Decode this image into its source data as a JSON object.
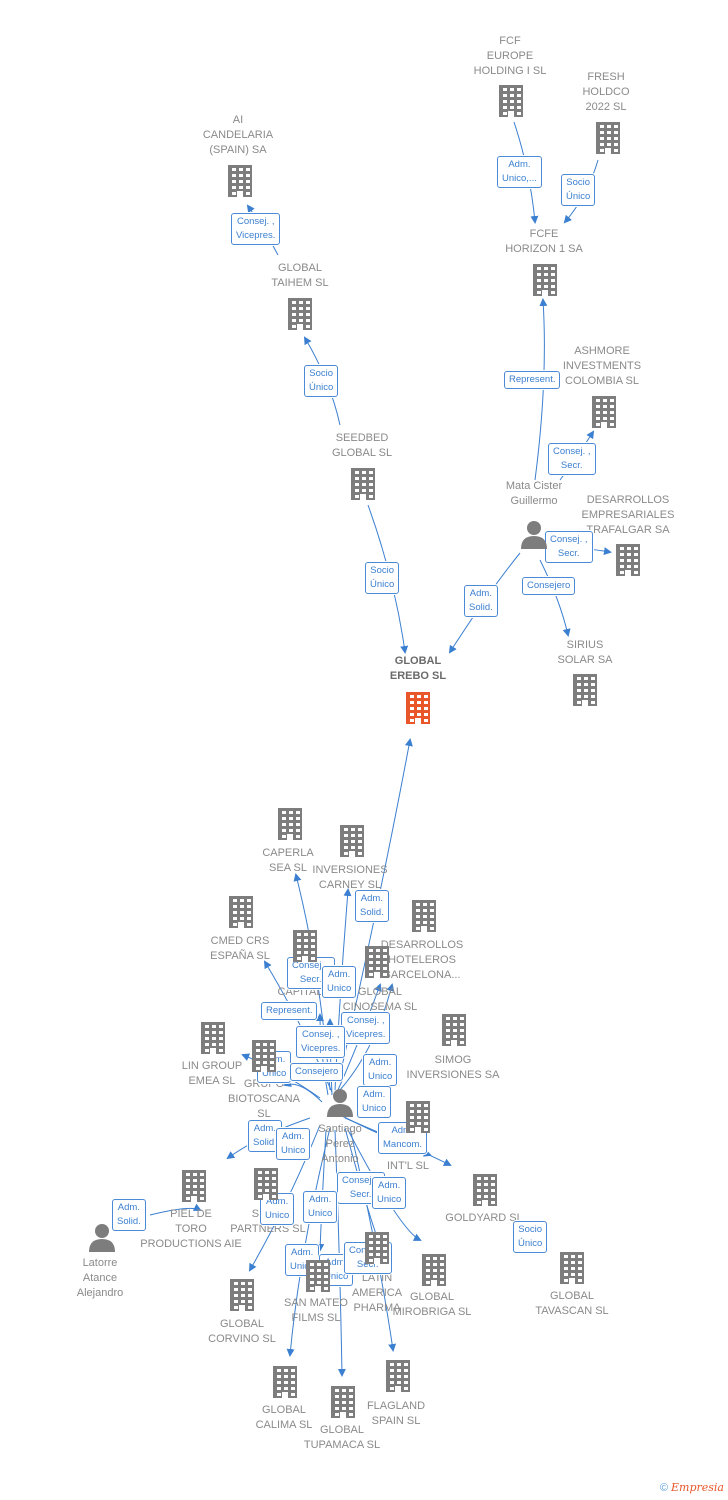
{
  "companies": {
    "fcf_europe": "FCF\nEUROPE\nHOLDING I  SL",
    "fresh_holdco": "FRESH\nHOLDCO\n2022  SL",
    "ai_candelaria": "AI\nCANDELARIA\n(SPAIN) SA",
    "fcfe_horizon": "FCFE\nHORIZON 1 SA",
    "global_taihem": "GLOBAL\nTAIHEM SL",
    "ashmore": "ASHMORE\nINVESTMENTS\nCOLOMBIA SL",
    "seedbed": "SEEDBED\nGLOBAL  SL",
    "desarrollos_trafalgar": "DESARROLLOS\nEMPRESARIALES\nTRAFALGAR SA",
    "global_erebo": "GLOBAL\nEREBO  SL",
    "sirius": "SIRIUS\nSOLAR SA",
    "caperla": "CAPERLA\nSEA SL",
    "inversiones_carney": "INVERSIONES\nCARNEY SL",
    "cmed": "CMED CRS\nESPAÑA  SL",
    "desarrollos_barcelona": "DESARROLLOS\nHOTELEROS\nBARCELONA...",
    "capital": "CAPITAL",
    "global_cinosema": "GLOBAL\nCINOSEMA SL",
    "simog": "SIMOG\nINVERSIONES SA",
    "lin_group": "LIN GROUP\nEMEA  SL",
    "grupo_biotoscana": "GRUPO\nBIOTOSCANA\nSL",
    "int_l": "INT'L  SL",
    "piel_de_toro": "PIEL DE\nTORO\nPRODUCTIONS AIE",
    "sb": "S&B E\nPARTNERS  SL",
    "goldyard": "GOLDYARD SL",
    "global_tavascan": "GLOBAL\nTAVASCAN  SL",
    "latin_america": "LATIN\nAMERICA\nPHARMA",
    "san_mateo": "SAN MATEO\nFILMS SL",
    "global_mirobriga": "GLOBAL\nMIROBRIGA SL",
    "global_corvino": "GLOBAL\nCORVINO SL",
    "global_calima": "GLOBAL\nCALIMA SL",
    "global_tupamaca": "GLOBAL\nTUPAMACA SL",
    "flagland": "FLAGLAND\nSPAIN SL"
  },
  "people": {
    "mata_cister": "Mata Cister\nGuillermo",
    "santiago": "Santiago\nPerez\nAntonio",
    "latorre": "Latorre\nAtance\nAlejandro"
  },
  "roles": {
    "r1": "Adm.\nUnico,...",
    "r2": "Socio\nÚnico",
    "r3": "Consej. ,\nVicepres.",
    "r4": "Socio\nÚnico",
    "r5": "Represent.",
    "r6": "Consej. ,\nSecr.",
    "r7": "Consej. ,\nSecr.",
    "r8": "Consejero",
    "r9": "Socio\nÚnico",
    "r10": "Adm.\nSolid.",
    "r11": "Adm.\nSolid.",
    "r12": "Consej. ,\nSecr.",
    "r13": "Adm.\nUnico",
    "r14": "Represent.",
    "r15": "Consej. ,\nVicepres.",
    "r16": "Consej. ,\nVicepres.",
    "r17": "Adm.\nUnico",
    "r18": "Consejero",
    "r19": "Adm.\nUnico",
    "r20": "Adm.\nUnico",
    "r21": "Adm.\nSolid.",
    "r22": "Adm.\nUnico",
    "r23": "Adm.\nMancom.",
    "r24": "Consej. ,\nSecr.",
    "r25": "Adm.\nUnico",
    "r26": "Adm.\nSolid.",
    "r27": "Adm.\nUnico",
    "r28": "Adm.\nUnico",
    "r29": "Socio\nÚnico",
    "r30": "Adm.\nUnico",
    "r31": "Adm.\nUnico",
    "r32": "Consej. ,\nSecr."
  },
  "footer": {
    "copyright": "©",
    "brand": "mpresia",
    "brand_e": "E"
  },
  "colors": {
    "edge": "#3b7fd0",
    "icon": "#7d7d7d",
    "main_icon": "#e8562a",
    "badge_text": "#3b7fd0"
  }
}
